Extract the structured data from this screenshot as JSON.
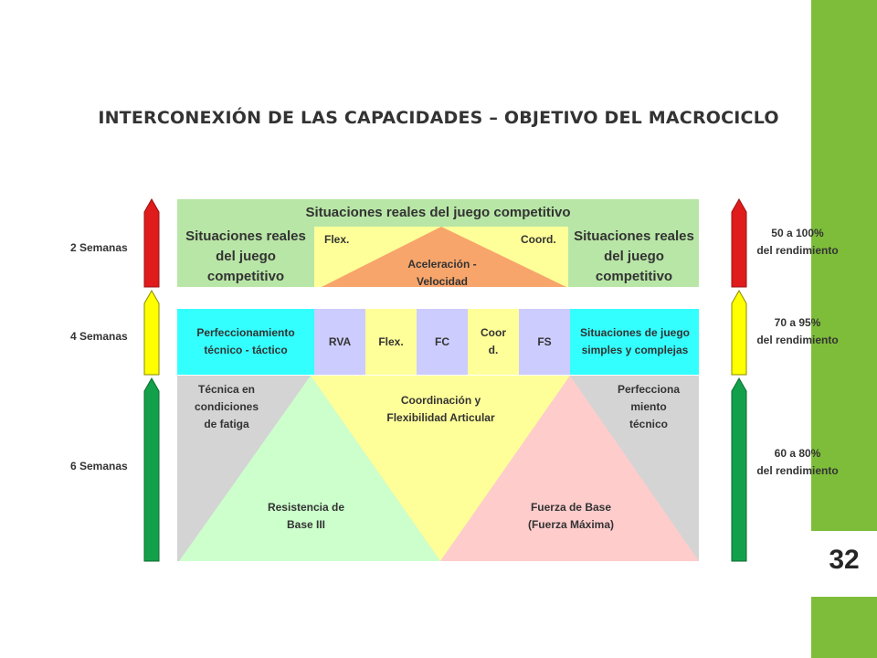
{
  "title": "INTERCONEXIÓN DE LAS CAPACIDADES – OBJETIVO DEL MACROCICLO",
  "page_number": "32",
  "weeks": {
    "top": "2 Semanas",
    "mid": "4 Semanas",
    "bottom": "6 Semanas"
  },
  "performance": {
    "top": [
      "50 a 100%",
      "del rendimiento"
    ],
    "mid": [
      "70 a 95%",
      "del rendimiento"
    ],
    "bottom": [
      "60 a 80%",
      "del rendimiento"
    ]
  },
  "top_block": {
    "header": "Situaciones reales del juego competitivo",
    "left": "Situaciones reales del juego competitivo",
    "right": "Situaciones reales del juego competitivo",
    "flex": "Flex.",
    "coord": "Coord.",
    "accel": [
      "Aceleración -",
      "Velocidad"
    ]
  },
  "mid_block": {
    "left": "Perfeccionamiento técnico - táctico",
    "rva": "RVA",
    "flex": "Flex.",
    "fc": "FC",
    "coord": [
      "Coor",
      "d."
    ],
    "fs": "FS",
    "right": "Situaciones de juego simples y complejas"
  },
  "bottom_block": {
    "tl": [
      "Técnica en",
      "condiciones",
      "de fatiga"
    ],
    "center": [
      "Coordinación y",
      "Flexibilidad Articular"
    ],
    "tr": [
      "Perfecciona",
      "miento",
      "técnico"
    ],
    "left_tri": [
      "Resistencia de",
      "Base III"
    ],
    "right_tri": [
      "Fuerza de Base",
      "(Fuerza Máxima)"
    ]
  },
  "colors": {
    "arrow_red": "#e01b1b",
    "arrow_yellow": "#ffff00",
    "arrow_green": "#12a14a",
    "top_green": "#b8e6a6",
    "cream": "#ffff99",
    "orange": "#f7a56b",
    "cyan": "#33ffff",
    "lavender": "#ccccff",
    "gray": "#d4d4d4",
    "light_green": "#ccffcc",
    "pink": "#ffcccc",
    "accent": "#7ebd3a"
  }
}
